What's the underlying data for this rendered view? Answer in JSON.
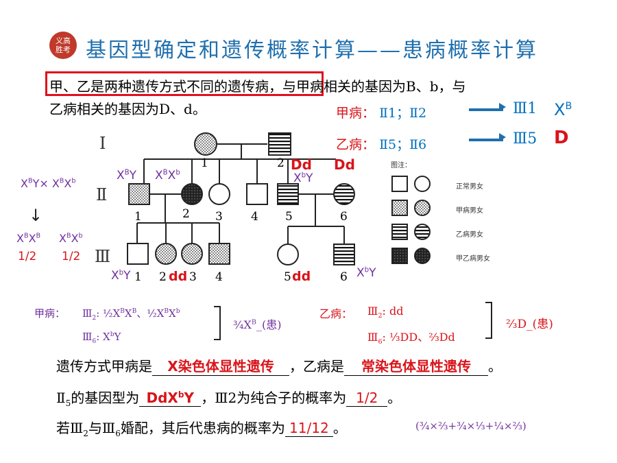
{
  "header": {
    "logo_text": "义高\n胜考",
    "title": "基因型确定和遗传概率计算——患病概率计算"
  },
  "intro": {
    "line1_boxed": "甲、乙是两种遗传方式不同的遗传病",
    "line1_rest": "，与甲病相关的基因为B、b，与",
    "line2": "乙病相关的基因为D、d。"
  },
  "reasoning": {
    "jia_label": "甲病：",
    "jia_lhs": "Ⅱ1；Ⅱ2",
    "jia_rhs": "Ⅲ1",
    "jia_result": "X",
    "jia_result_sup": "B",
    "yi_label": "乙病：",
    "yi_lhs": "Ⅱ5；Ⅱ6",
    "yi_rhs": "Ⅲ5",
    "yi_result": "D"
  },
  "pedigree": {
    "gen_labels": [
      "Ⅰ",
      "Ⅱ",
      "Ⅲ"
    ],
    "gen1_nums": [
      "1",
      "2"
    ],
    "gen2_nums": [
      "1",
      "2",
      "3",
      "4",
      "5",
      "6"
    ],
    "gen3_nums": [
      "1",
      "2",
      "3",
      "4",
      "5",
      "6"
    ],
    "legend_title": "图注：",
    "legend_items": [
      "正常男女",
      "甲病男女",
      "乙病男女",
      "甲乙病男女"
    ]
  },
  "annotations": {
    "I2_Dd": "Dd",
    "II5_Dd": "Dd",
    "II1_geno": "X^BY",
    "II2_geno": "X^BX^b",
    "II5_geno": "X^bY",
    "III1_geno": "X^bY",
    "III2_dd": "dd",
    "III5_dd": "dd",
    "III6_geno": "X^bY"
  },
  "cross": {
    "parents": "X^BY × X^BX^b",
    "arrow": "↓",
    "offspring1": "X^BX^B",
    "offspring2": "X^BX^b",
    "prob1": "1/2",
    "prob2": "1/2"
  },
  "jia_calc": {
    "label": "甲病：",
    "line1": "Ⅲ2: ½X^BX^B、½X^BX^b",
    "line2": "Ⅲ6: X^bY",
    "result": "¾X^B_(患)"
  },
  "yi_calc": {
    "label": "乙病：",
    "line1": "Ⅲ2: dd",
    "line2": "Ⅲ6: ⅓DD、⅔Dd",
    "result": "⅔D_(患)"
  },
  "questions": {
    "q1_pre": "遗传方式甲病是",
    "q1_ans1": "X染色体显性遗传",
    "q1_mid": "，乙病是",
    "q1_ans2": "常染色体显性遗传",
    "q1_end": "。",
    "q2_pre": "Ⅱ5的基因型为",
    "q2_ans1": "DdX^bY",
    "q2_mid": "，Ⅲ2为纯合子的概率为",
    "q2_ans2": "1/2",
    "q2_end": "。",
    "q3_pre": "若Ⅲ2与Ⅲ6婚配，其后代患病的概率为",
    "q3_ans": "11/12",
    "q3_end": "。",
    "q3_calc": "(¾×⅔+¾×⅓+¼×⅔)"
  },
  "colors": {
    "title": "#1f6fae",
    "answer": "#d9141a",
    "genotype": "#7030a0",
    "reasoning": "#0070c0"
  }
}
